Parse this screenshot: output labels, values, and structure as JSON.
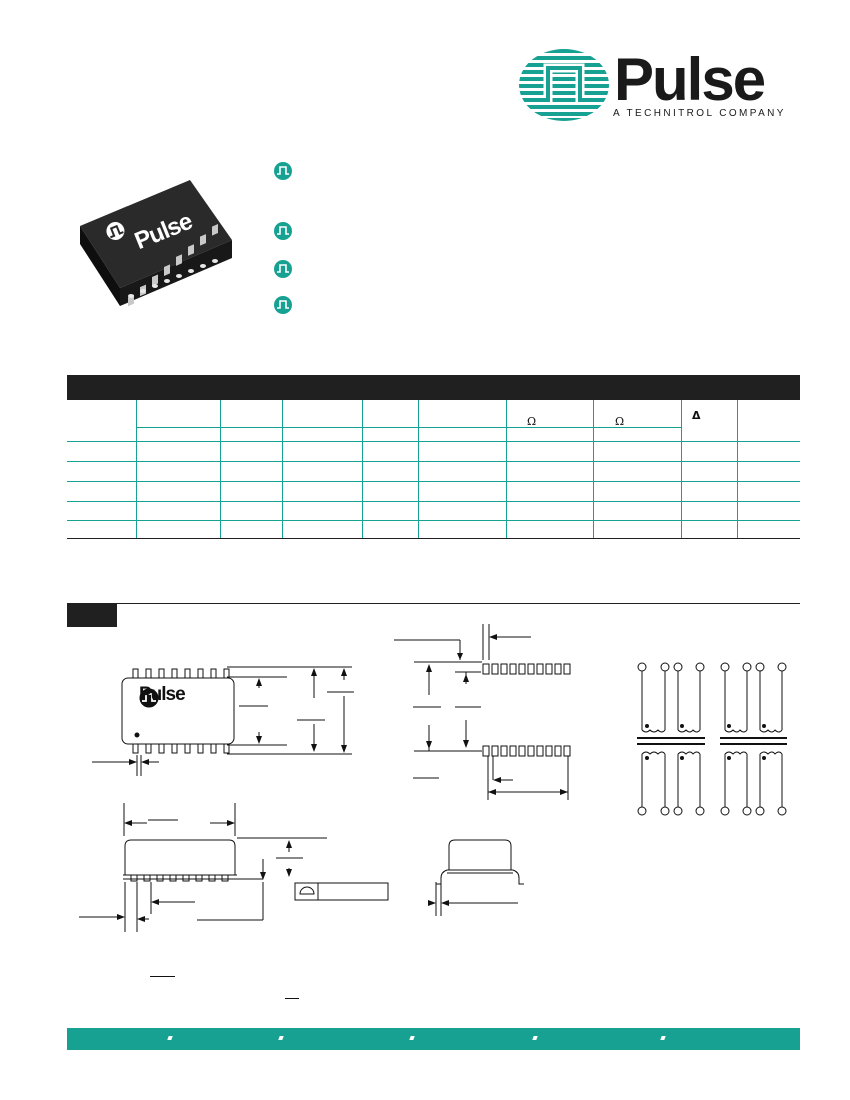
{
  "brand": {
    "name": "Pulse",
    "tagline": "A TECHNITROL COMPANY",
    "primary_color": "#17a192",
    "dark_color": "#202020"
  },
  "product_photo": {
    "logo_text": "Pulse"
  },
  "features": [
    {
      "icon": "pulse-wave-icon"
    },
    {
      "icon": "pulse-wave-icon"
    },
    {
      "icon": "pulse-wave-icon"
    },
    {
      "icon": "pulse-wave-icon"
    }
  ],
  "table": {
    "symbols": {
      "ohm_1": "Ω",
      "ohm_2": "Ω",
      "delta": "Δ"
    }
  },
  "drawing": {
    "package_logo_text": "Pulse"
  }
}
